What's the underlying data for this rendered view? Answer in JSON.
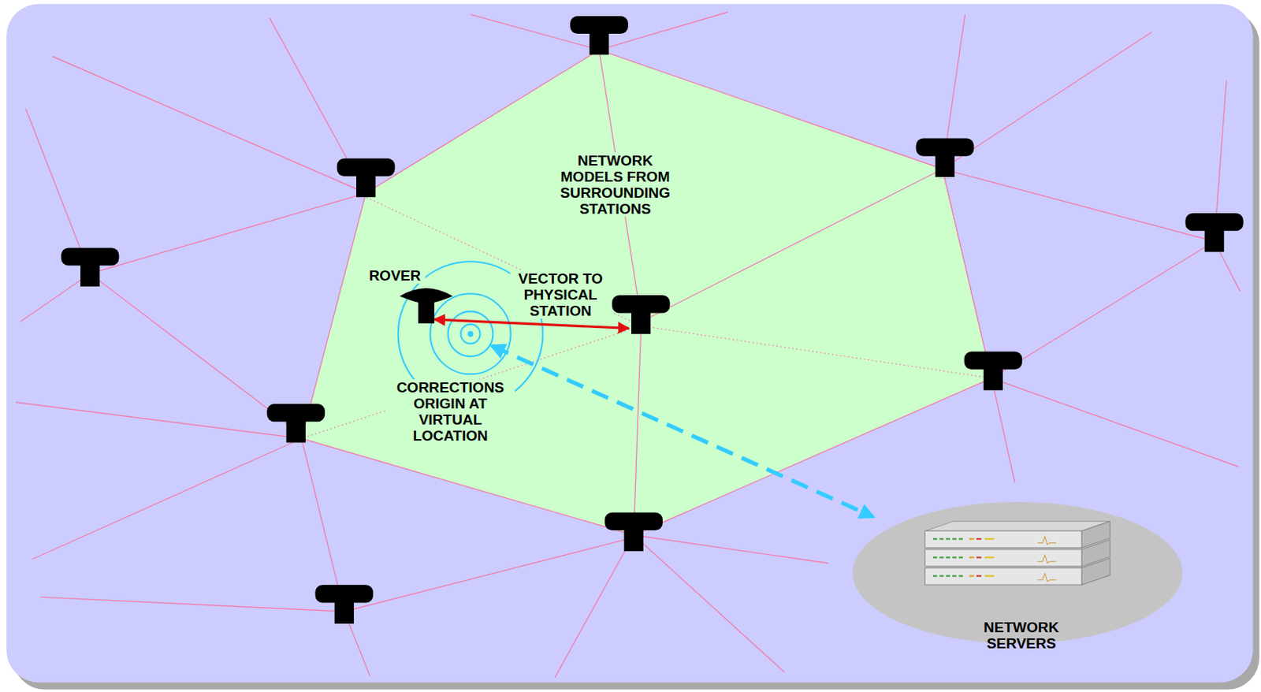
{
  "diagram": {
    "nodes": [
      {
        "text": [
          "NETWORK SERVERS"
        ]
      }
    ],
    "labels": [
      "NETWORK MODELS FROM SURROUNDING STATIONS",
      "ROVER",
      "VECTOR TO PHYSICAL STATION",
      "CORRECTIONS ORIGIN AT VIRTUAL LOCATION"
    ]
  }
}
